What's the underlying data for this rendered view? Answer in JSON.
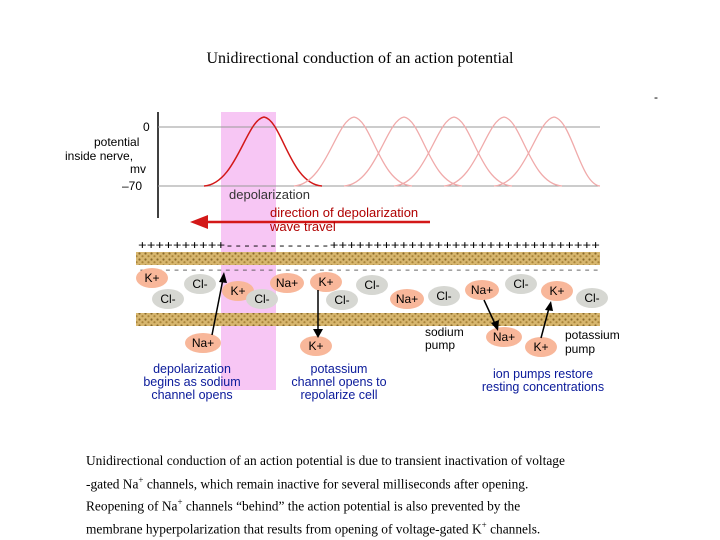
{
  "title": "Unidirectional conduction of an action potential",
  "corner_mark": "-",
  "axis": {
    "zero": "0",
    "label_lines": [
      "potential",
      "inside nerve,",
      "mv"
    ],
    "neg": "–70"
  },
  "labels": {
    "depolarization": "depolarization",
    "direction_line1": "direction of depolarization",
    "direction_line2": "wave travel"
  },
  "membrane": {
    "top_signs": "++++++++++------------+++++++++++++++++++++++++++++++",
    "top_inner": "------------------------------------------------------",
    "bottom_signs": "++++++++++------------+++++++++++++++++++++++++++++++"
  },
  "ions": {
    "k1": "K+",
    "cl1": "Cl-",
    "cl2": "Cl-",
    "k2": "K+",
    "cl3": "Cl-",
    "na1": "Na+",
    "k3": "K+",
    "cl4": "Cl-",
    "cl5": "Cl-",
    "na2": "Na+",
    "cl6": "Cl-",
    "na3": "Na+",
    "cl7": "Cl-",
    "k4": "K+",
    "cl8": "Cl-",
    "na_out1": "Na+",
    "k_out1": "K+",
    "na_out2": "Na+",
    "k_out2": "K+"
  },
  "pump_labels": {
    "sodium_line1": "sodium",
    "sodium_line2": "pump",
    "potassium_line1": "potassium",
    "potassium_line2": "pump"
  },
  "notes": {
    "depol_lines": [
      "depolarization",
      "begins as sodium",
      "channel opens"
    ],
    "potassium_lines": [
      "potassium",
      "channel opens to",
      "repolarize cell"
    ],
    "ion_pump_lines": [
      "ion pumps restore",
      "resting concentrations"
    ]
  },
  "caption": {
    "line1": "Unidirectional conduction of an action potential is due to transient inactivation of voltage",
    "line2_a": "-gated Na",
    "line2_b": " channels, which remain inactive for several milliseconds after opening.",
    "line3_a": "Reopening of Na",
    "line3_b": " channels “behind” the action potential is also prevented by the",
    "line4_a": "membrane hyperpolarization that results from opening of voltage-gated K",
    "line4_b": " channels.",
    "sup": "+"
  }
}
